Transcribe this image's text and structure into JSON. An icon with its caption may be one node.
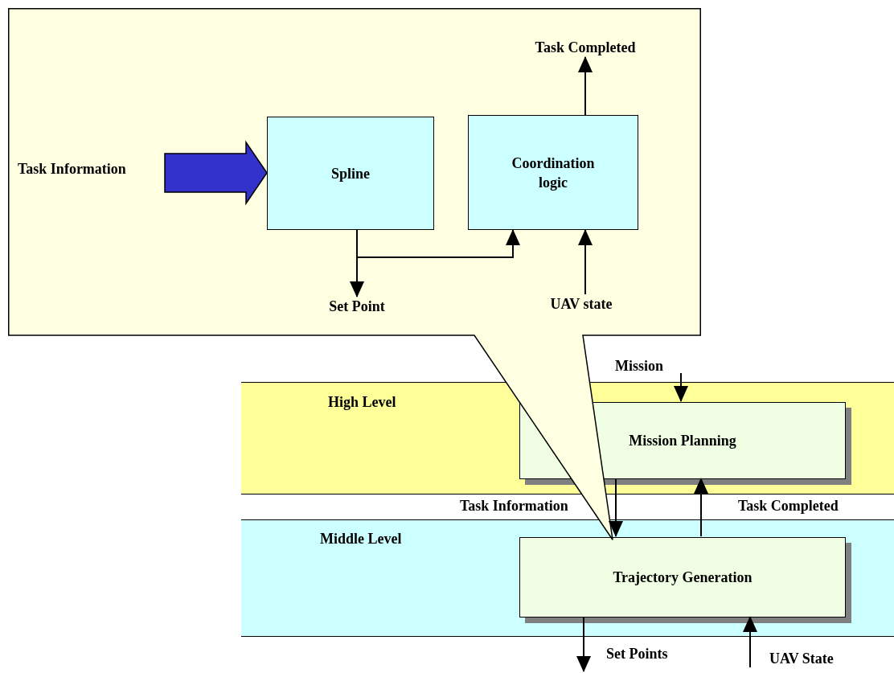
{
  "diagram": {
    "nodes": [
      {
        "text": [],
        "shape": "callout"
      },
      {
        "text": [
          "Task Information"
        ],
        "in": 0
      },
      {
        "text": [
          "Spline"
        ],
        "in": 0
      },
      {
        "text": [
          "Coordination logic"
        ],
        "in": 0
      },
      {
        "text": [
          "Task Completed"
        ],
        "in": 0
      },
      {
        "text": [
          "Set Point"
        ],
        "in": 0
      },
      {
        "text": [
          "UAV state"
        ],
        "in": 0
      },
      {
        "text": [
          "High Level"
        ]
      },
      {
        "text": [
          "Mission Planning"
        ],
        "in": 7
      },
      {
        "text": [
          "Middle Level"
        ]
      },
      {
        "text": [
          "Trajectory Generation"
        ],
        "in": 9
      }
    ],
    "edges": [
      {
        "from": 1,
        "to": 2,
        "arrow": "to",
        "style": "thick",
        "color": "#3333cc"
      },
      {
        "from": 3,
        "to": 4,
        "arrow": "to"
      },
      {
        "from": 2,
        "to": 5,
        "arrow": "to"
      },
      {
        "from": 2,
        "to": 3,
        "arrow": "to"
      },
      {
        "from": 6,
        "to": 3,
        "arrow": "to"
      },
      {
        "from": null,
        "to": 8,
        "arrow": "to",
        "label": "Mission"
      },
      {
        "from": 8,
        "to": 10,
        "arrow": "to",
        "label": "Task Information"
      },
      {
        "from": 10,
        "to": 8,
        "arrow": "to",
        "label": "Task Completed"
      },
      {
        "from": 10,
        "to": null,
        "arrow": "to",
        "label": "Set Points"
      },
      {
        "from": null,
        "to": 10,
        "arrow": "to",
        "label": "UAV State"
      }
    ]
  }
}
